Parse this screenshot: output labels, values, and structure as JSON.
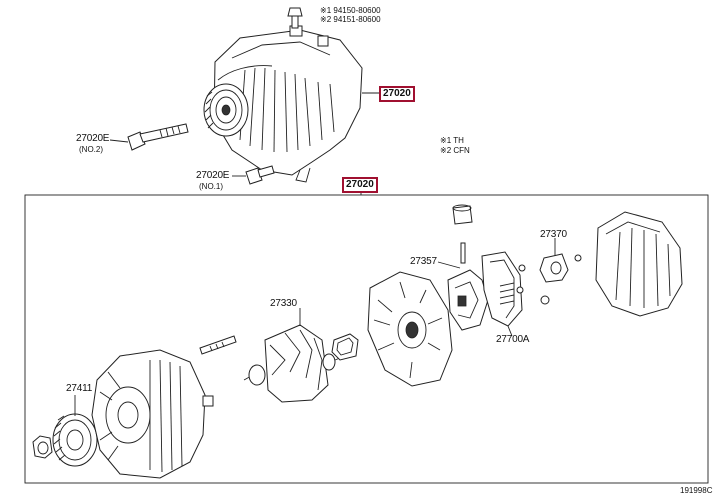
{
  "labels": {
    "bolt_note_1": "※1 94150-80600",
    "bolt_note_2": "※2 94151-80600",
    "assembly_ref_top": "27020",
    "bolt2_part": "27020E",
    "bolt2_sub": "(NO.2)",
    "bolt1_part": "27020E",
    "bolt1_sub": "(NO.1)",
    "legend_1": "※1 TH",
    "legend_2": "※2 CFN",
    "assembly_ref_group": "27020",
    "regulator_cap": "27357",
    "brush_holder": "27370",
    "rotor": "27330",
    "regulator": "27700A",
    "pulley": "27411",
    "diagram_id": "191998C"
  },
  "colors": {
    "highlight_border": "#a01030",
    "line": "#222222"
  }
}
